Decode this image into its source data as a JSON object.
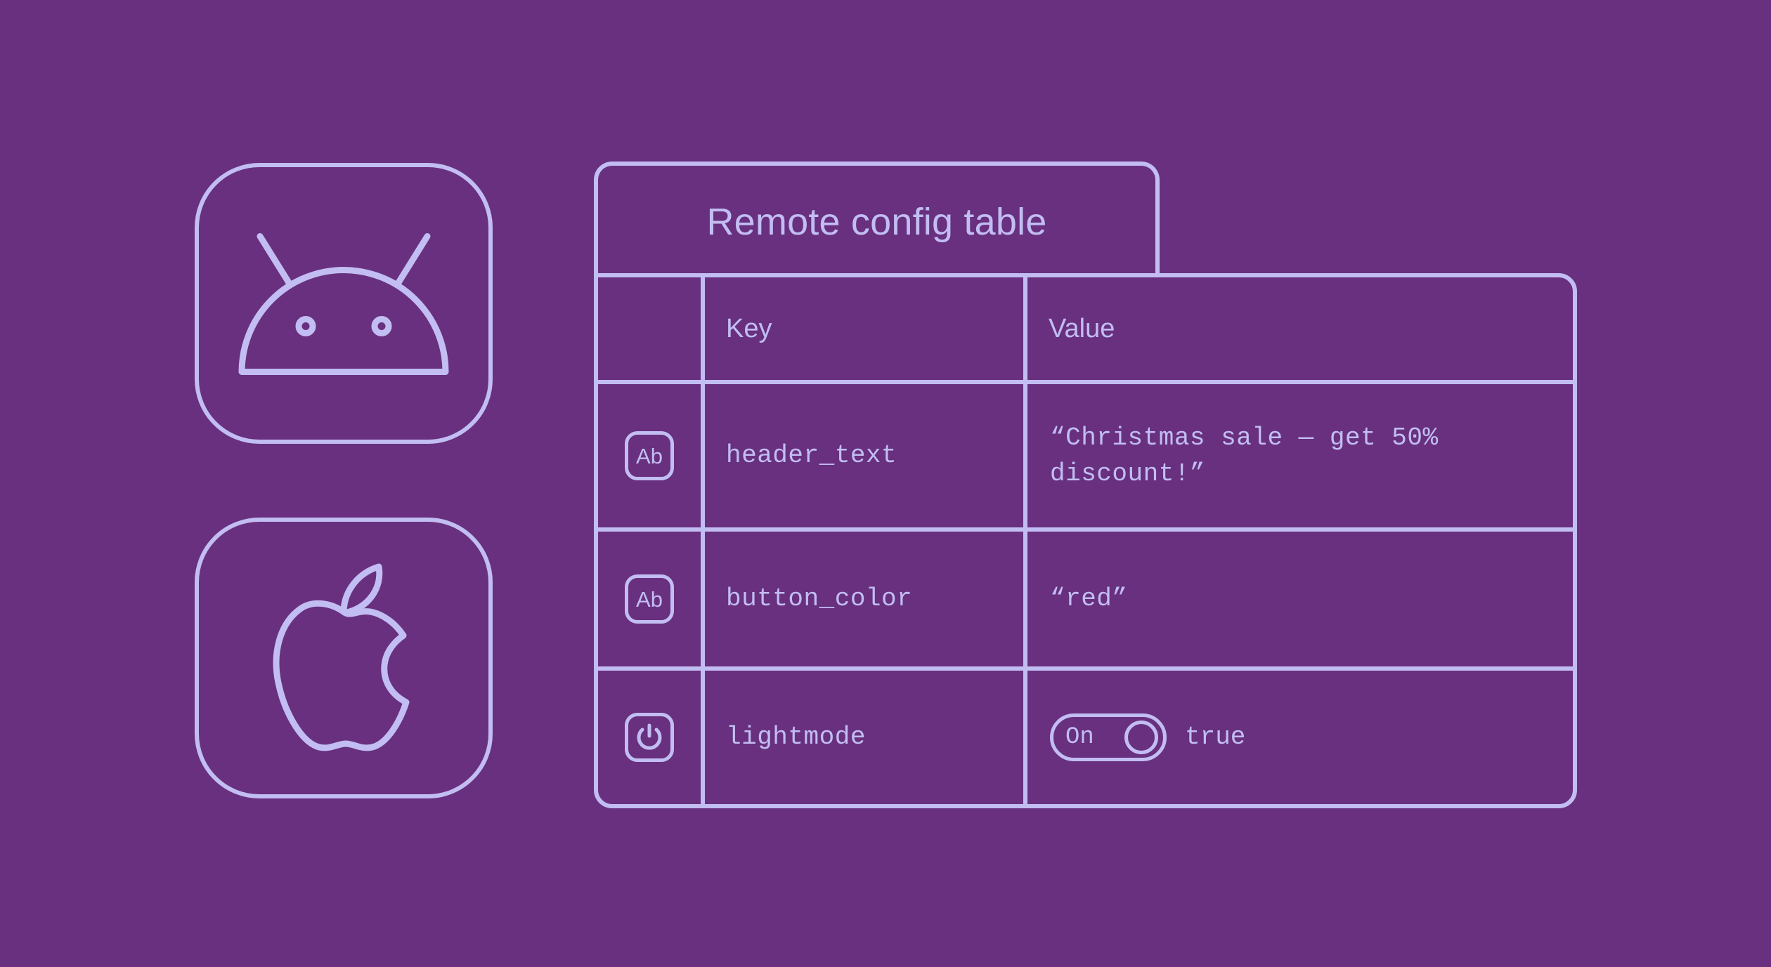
{
  "colors": {
    "background": "#68307f",
    "foreground": "#c2bdf2"
  },
  "platforms": [
    {
      "name": "Android",
      "icon": "android-icon"
    },
    {
      "name": "Apple",
      "icon": "apple-icon"
    }
  ],
  "table": {
    "title": "Remote config table",
    "columns": [
      "",
      "Key",
      "Value"
    ],
    "rows": [
      {
        "type_icon": "ab-text-icon",
        "type_icon_label": "Ab",
        "key": "header_text",
        "value": "“Christmas sale — get 50%\ndiscount!”",
        "value_kind": "string"
      },
      {
        "type_icon": "ab-text-icon",
        "type_icon_label": "Ab",
        "key": "button_color",
        "value": "“red”",
        "value_kind": "string"
      },
      {
        "type_icon": "power-toggle-icon",
        "type_icon_label": "",
        "key": "lightmode",
        "value": "true",
        "value_kind": "boolean",
        "toggle": {
          "state_label": "On",
          "checked": true
        }
      }
    ]
  }
}
